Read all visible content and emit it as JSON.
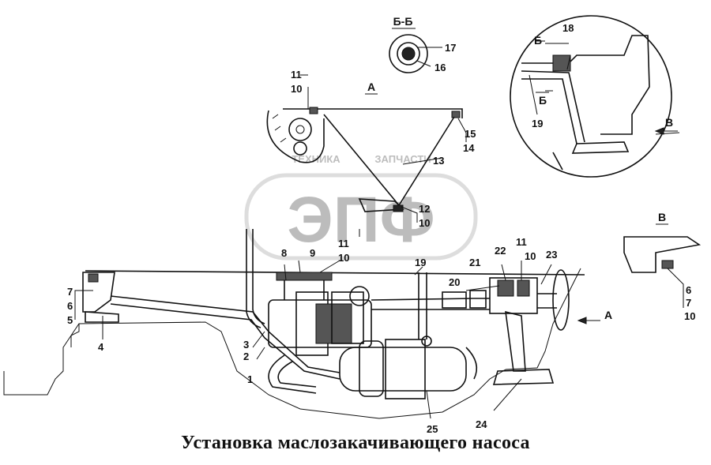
{
  "caption": "Установка маслозакачивающего насоса",
  "watermark": {
    "brand": "ЭПФ",
    "text_left": "ТЕХНИКА",
    "text_right": "ЗАПЧАСТИ"
  },
  "section_labels": {
    "a_top": "А",
    "a_arrow": "А",
    "bb_title": "Б-Б",
    "b_top": "Б",
    "b_bottom": "Б",
    "v_title": "В",
    "v_arrow": "В"
  },
  "callouts": {
    "c1": "1",
    "c2": "2",
    "c3": "3",
    "c4": "4",
    "c5": "5",
    "c6": "6",
    "c7": "7",
    "c8": "8",
    "c9": "9",
    "c10_a": "10",
    "c11_a": "11",
    "c10_b": "10",
    "c11_b": "11",
    "c12": "12",
    "c10_c": "10",
    "c13": "13",
    "c14": "14",
    "c15": "15",
    "c16": "16",
    "c17": "17",
    "c18": "18",
    "c19_a": "19",
    "c19_b": "19",
    "c20": "20",
    "c21": "21",
    "c22": "22",
    "c10_d": "10",
    "c11_d": "11",
    "c23": "23",
    "c24": "24",
    "c25": "25",
    "c6_v": "6",
    "c7_v": "7",
    "c10_v": "10"
  }
}
